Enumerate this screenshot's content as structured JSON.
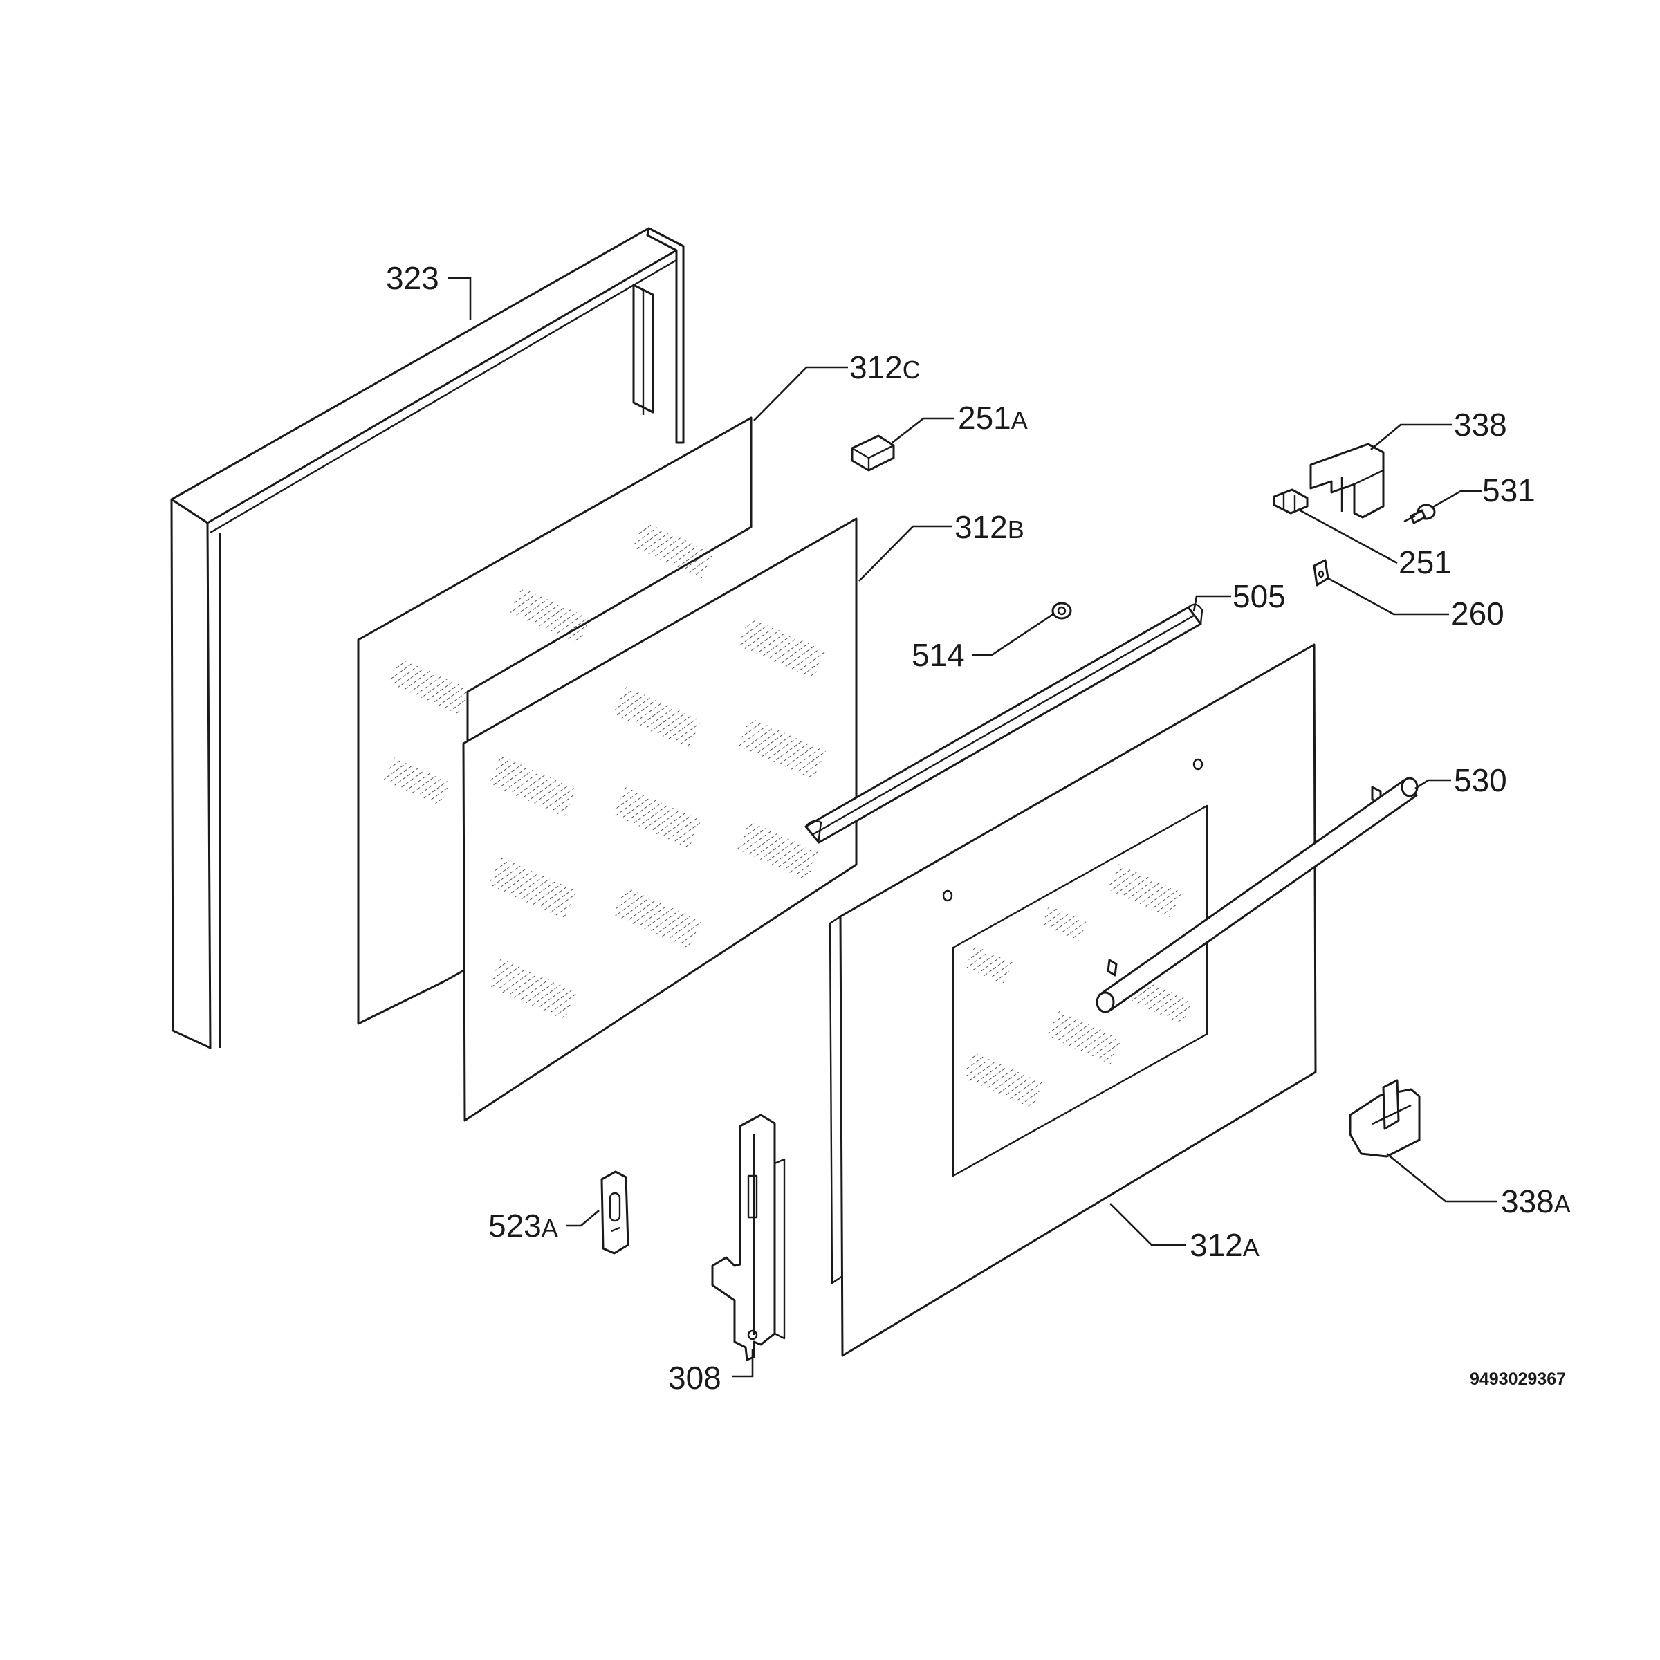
{
  "callouts": {
    "c323": {
      "num": "323",
      "suffix": ""
    },
    "c312c": {
      "num": "312",
      "suffix": "C"
    },
    "c251a": {
      "num": "251",
      "suffix": "A"
    },
    "c338": {
      "num": "338",
      "suffix": ""
    },
    "c531": {
      "num": "531",
      "suffix": ""
    },
    "c251": {
      "num": "251",
      "suffix": ""
    },
    "c312b": {
      "num": "312",
      "suffix": "B"
    },
    "c260": {
      "num": "260",
      "suffix": ""
    },
    "c505": {
      "num": "505",
      "suffix": ""
    },
    "c514": {
      "num": "514",
      "suffix": ""
    },
    "c530": {
      "num": "530",
      "suffix": ""
    },
    "c338a": {
      "num": "338",
      "suffix": "A"
    },
    "c523a": {
      "num": "523",
      "suffix": "A"
    },
    "c312a": {
      "num": "312",
      "suffix": "A"
    },
    "c308": {
      "num": "308",
      "suffix": ""
    }
  },
  "document_number": "9493029367",
  "line_color": "#1a1a1a"
}
